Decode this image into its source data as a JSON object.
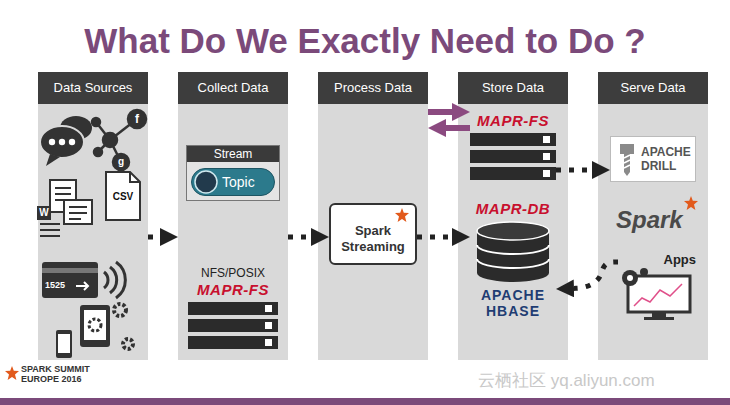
{
  "diagram": {
    "title": "What Do We Exactly Need to Do ?",
    "nodes": [
      {
        "text": [
          "Data Sources"
        ]
      },
      {
        "text": [
          "Collect Data"
        ]
      },
      {
        "text": [
          "Process Data"
        ]
      },
      {
        "text": [
          "Store Data"
        ]
      },
      {
        "text": [
          "Serve Data"
        ]
      },
      {
        "text": [
          "Stream"
        ],
        "in": 1
      },
      {
        "text": [
          "Topic"
        ],
        "in": 5
      },
      {
        "text": [
          "NFS/POSIX",
          "MAPR-FS"
        ],
        "in": 1
      },
      {
        "text": [
          "Spark Streaming"
        ],
        "in": 2
      },
      {
        "text": [
          "MAPR-FS"
        ],
        "in": 3
      },
      {
        "text": [
          "MAPR-DB",
          "APACHE HBASE"
        ],
        "in": 3
      },
      {
        "text": [
          "APACHE DRILL"
        ],
        "in": 4
      },
      {
        "text": [
          "Spark"
        ],
        "in": 4
      },
      {
        "text": [
          "Apps"
        ],
        "in": 4
      }
    ],
    "edges": [
      {
        "from": 0,
        "to": 1,
        "arrow": "to"
      },
      {
        "from": 1,
        "to": 8,
        "arrow": "to"
      },
      {
        "from": 8,
        "to": 10,
        "arrow": "to"
      },
      {
        "from": 2,
        "to": 9,
        "arrow": "to"
      },
      {
        "from": 9,
        "to": 2,
        "arrow": "to"
      },
      {
        "from": 9,
        "to": 11,
        "arrow": "to"
      },
      {
        "from": 13,
        "to": 10,
        "arrow": "to"
      }
    ],
    "labels": [
      "f",
      "g",
      "W",
      "CSV",
      "1525",
      "SPARK SUMMIT EUROPE 2016",
      "云栖社区 yq.aliyun.com"
    ]
  }
}
